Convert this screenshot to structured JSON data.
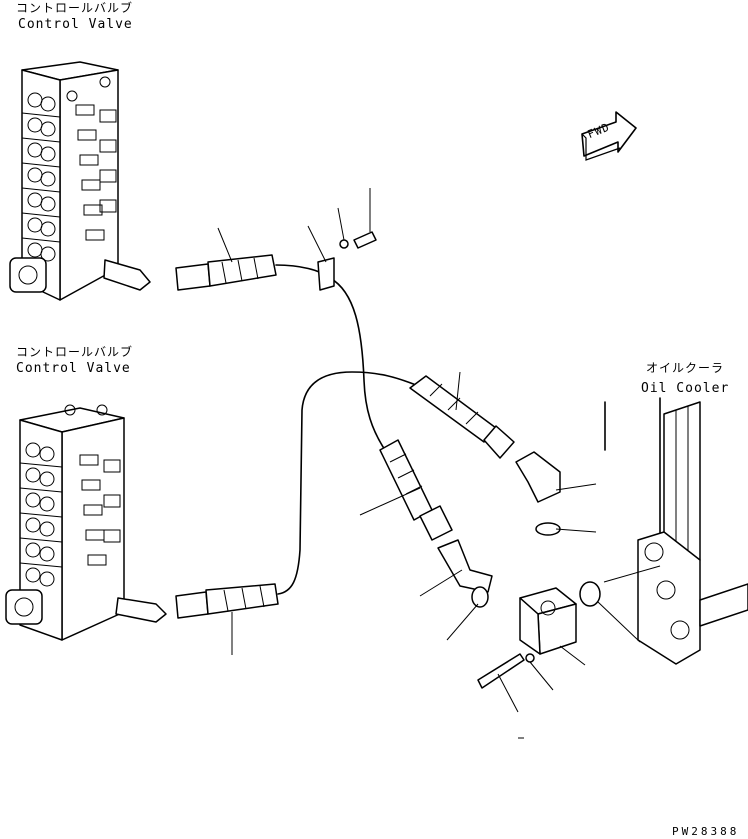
{
  "labels": {
    "control_valve_top_jp": "コントロールバルブ",
    "control_valve_top_en": "Control Valve",
    "control_valve_bottom_jp": "コントロールバルブ",
    "control_valve_bottom_en": "Control Valve",
    "oil_cooler_jp": "オイルクーラ",
    "oil_cooler_en": "Oil Cooler",
    "forward_arrow": "FWD",
    "drawing_number": "PW28388"
  },
  "icons": [
    "forward-direction-arrow"
  ],
  "colors": {
    "line": "#000000",
    "background": "#ffffff"
  }
}
